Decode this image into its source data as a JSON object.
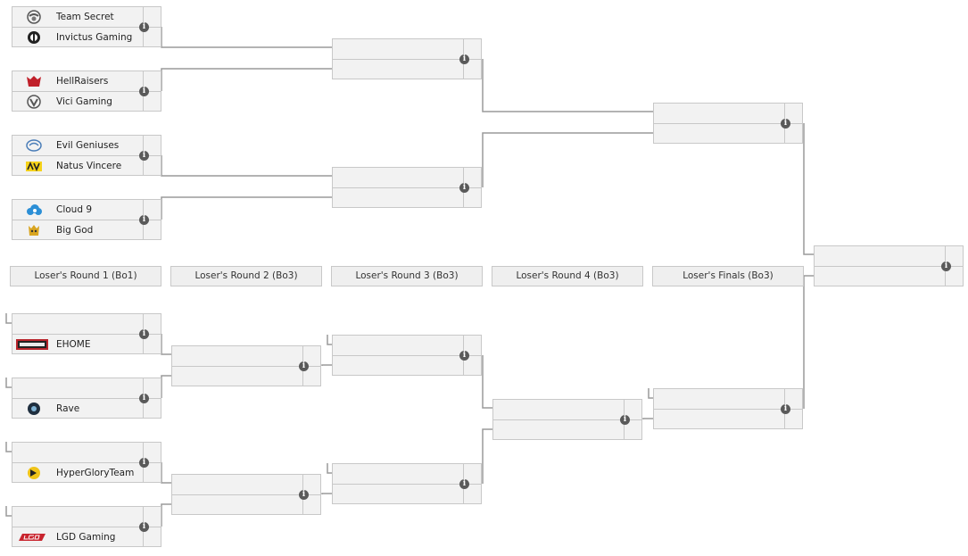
{
  "upper_bracket": {
    "round1": [
      {
        "team1": "Team Secret",
        "team1_logo": "team-secret-logo",
        "team2": "Invictus Gaming",
        "team2_logo": "invictus-gaming-logo"
      },
      {
        "team1": "HellRaisers",
        "team1_logo": "hellraisers-logo",
        "team2": "Vici Gaming",
        "team2_logo": "vici-gaming-logo"
      },
      {
        "team1": "Evil Geniuses",
        "team1_logo": "evil-geniuses-logo",
        "team2": "Natus Vincere",
        "team2_logo": "natus-vincere-logo"
      },
      {
        "team1": "Cloud 9",
        "team1_logo": "cloud9-logo",
        "team2": "Big God",
        "team2_logo": "big-god-logo"
      }
    ]
  },
  "round_headers": [
    "Loser's Round 1 (Bo1)",
    "Loser's Round 2 (Bo3)",
    "Loser's Round 3 (Bo3)",
    "Loser's Round 4 (Bo3)",
    "Loser's Finals (Bo3)"
  ],
  "lower_bracket": {
    "round1": [
      {
        "team1": "",
        "team2": "EHOME",
        "team2_logo": "ehome-logo"
      },
      {
        "team1": "",
        "team2": "Rave",
        "team2_logo": "rave-logo"
      },
      {
        "team1": "",
        "team2": "HyperGloryTeam",
        "team2_logo": "hyperglory-logo"
      },
      {
        "team1": "",
        "team2": "LGD Gaming",
        "team2_logo": "lgd-gaming-logo"
      }
    ]
  },
  "info_icon_glyph": "i",
  "colors": {
    "border": "#c8c8c8",
    "cell_bg": "#f2f2f2",
    "line": "#9a9a9a",
    "info_bg": "#5a5a5a"
  }
}
